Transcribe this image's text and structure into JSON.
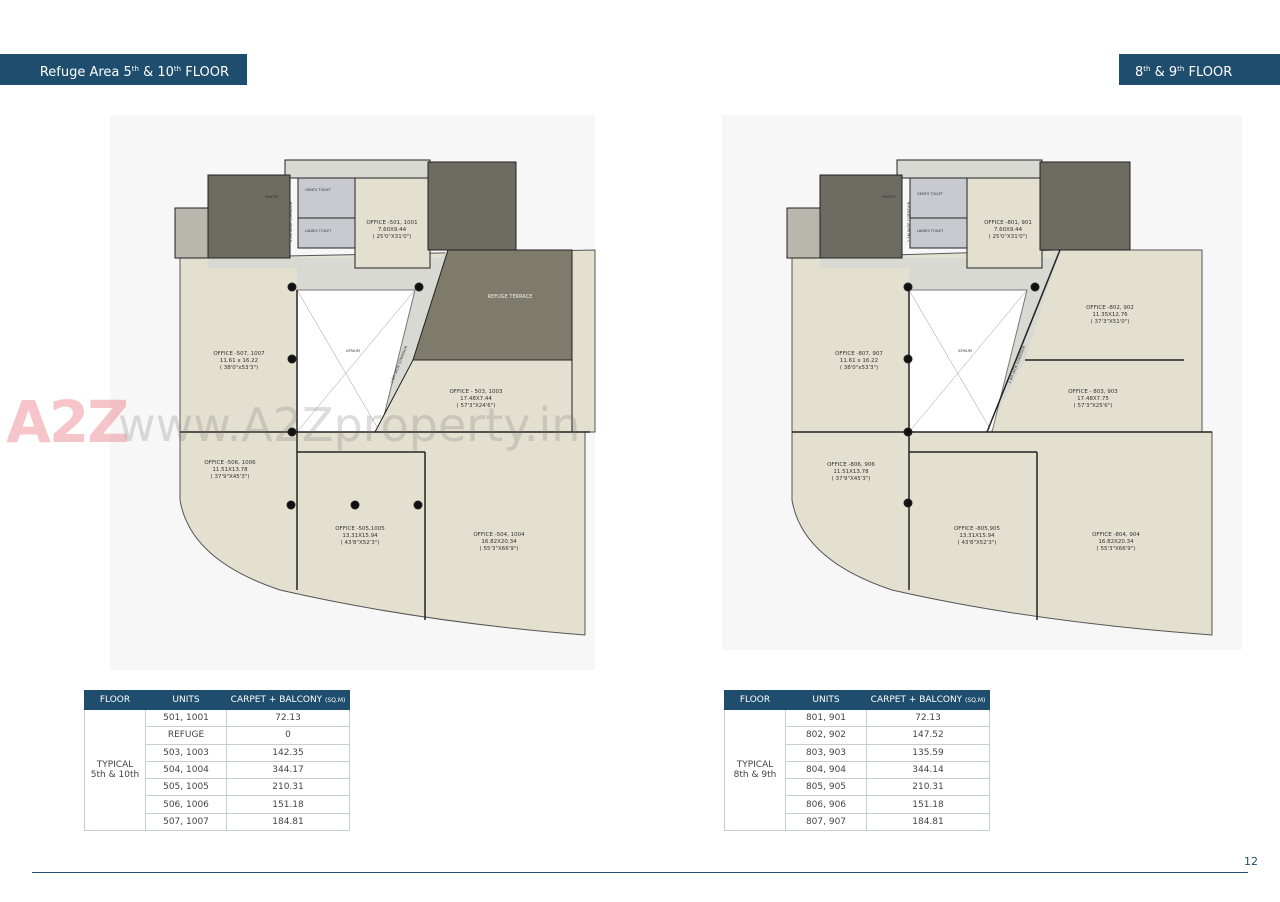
{
  "header_left": {
    "prefix": "Refuge Area 5",
    "sup1": "th",
    "mid": " & 10",
    "sup2": "th",
    "suffix": " FLOOR"
  },
  "header_right": {
    "prefix": "8",
    "sup1": "th",
    "mid": " & 9",
    "sup2": "th",
    "suffix": " FLOOR"
  },
  "watermark": {
    "logo": "A2Z",
    "url": "www.A2Zproperty.in"
  },
  "colors": {
    "brand": "#1e4d6d",
    "office": "#e3e0d0",
    "core": "#6d6b62",
    "refuge_terrace": "#7e7b6a",
    "corridor": "#d9d9d3"
  },
  "plan_left": {
    "office_501": [
      "OFFICE -501, 1001",
      "7.60X9.44",
      "( 25'0\"X31'0\")"
    ],
    "refuge": "REFUGE TERRACE",
    "office_503": [
      "OFFICE - 503, 1003",
      "17.48X7.44",
      "( 57'3\"X24'6\")"
    ],
    "office_504": [
      "OFFICE -504, 1004",
      "16.82X20.34",
      "( 55'3\"X66'9\")"
    ],
    "office_505": [
      "OFFICE -505,1005",
      "13.31X15.94",
      "( 43'8\"X52'3\")"
    ],
    "office_506": [
      "OFFICE -506, 1006",
      "11.51X13.78",
      "( 37'9\"X45'3\")"
    ],
    "office_507": [
      "OFFICE -507, 1007",
      "11.61 x 16.22",
      "( 38'0\"x53'3\")"
    ],
    "atrium": "ATRIUM",
    "gents": "GENTS TOILET",
    "ladies": "LADIES TOILET",
    "pantry": "PANTRY",
    "corridor": "1.5M WIDE CORRIDOR",
    "corridor2": "1.8M WIDE CORRIDOR"
  },
  "plan_right": {
    "office_801": [
      "OFFICE -801, 901",
      "7.60X9.44",
      "( 25'0\"X31'0\")"
    ],
    "office_802": [
      "OFFICE -802, 902",
      "11.35X12.76",
      "( 37'3\"X51'0\")"
    ],
    "office_803": [
      "OFFICE - 803, 903",
      "17.48X7.75",
      "( 57'3\"X25'6\")"
    ],
    "office_804": [
      "OFFICE -804, 904",
      "16.82X20.34",
      "( 55'3\"X66'9\")"
    ],
    "office_805": [
      "OFFICE -805,905",
      "13.31X15.94",
      "( 43'8\"X52'3\")"
    ],
    "office_806": [
      "OFFICE -806, 906",
      "11.51X13.78",
      "( 37'9\"X45'3\")"
    ],
    "office_807": [
      "OFFICE -807, 907",
      "11.61 x 16.22",
      "( 38'0\"x53'3\")"
    ],
    "atrium": "ATRIUM",
    "gents": "GENTS TOILET",
    "ladies": "LADIES TOILET",
    "pantry": "PANTRY",
    "corridor": "1.5M WIDE CORRIDOR",
    "corridor2": "1.8M WIDE CORRIDOR"
  },
  "table_headers": {
    "floor": "FLOOR",
    "units": "UNITS",
    "area": "CARPET + BALCONY",
    "area_unit": "(SQ.M)"
  },
  "table_left": {
    "floor": [
      "TYPICAL",
      "5th & 10th"
    ],
    "rows": [
      [
        "501, 1001",
        "72.13"
      ],
      [
        "REFUGE",
        "0"
      ],
      [
        "503, 1003",
        "142.35"
      ],
      [
        "504, 1004",
        "344.17"
      ],
      [
        "505, 1005",
        "210.31"
      ],
      [
        "506, 1006",
        "151.18"
      ],
      [
        "507, 1007",
        "184.81"
      ]
    ]
  },
  "table_right": {
    "floor": [
      "TYPICAL",
      "8th & 9th"
    ],
    "rows": [
      [
        "801, 901",
        "72.13"
      ],
      [
        "802, 902",
        "147.52"
      ],
      [
        "803, 903",
        "135.59"
      ],
      [
        "804, 904",
        "344.14"
      ],
      [
        "805, 905",
        "210.31"
      ],
      [
        "806, 906",
        "151.18"
      ],
      [
        "807, 907",
        "184.81"
      ]
    ]
  },
  "page_number": "12"
}
